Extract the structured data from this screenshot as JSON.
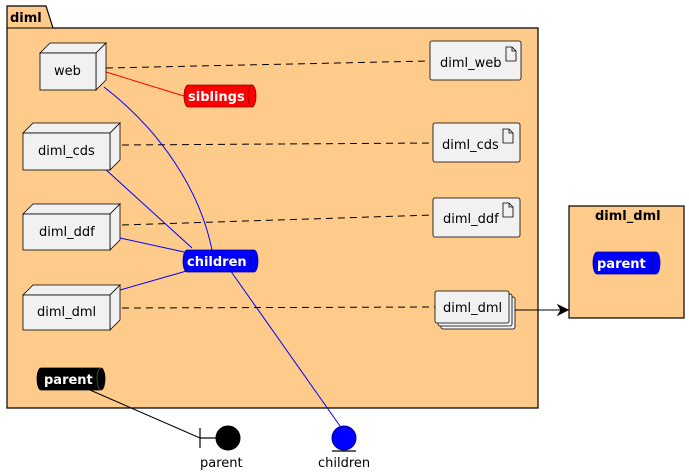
{
  "package": {
    "title": "diml"
  },
  "nodes": {
    "web": "web",
    "cds": "diml_cds",
    "ddf": "diml_ddf",
    "dml": "diml_dml"
  },
  "artifacts": {
    "web": "diml_web",
    "cds": "diml_cds",
    "ddf": "diml_ddf",
    "dml": "diml_dml"
  },
  "queues": {
    "siblings": "siblings",
    "children": "children",
    "parent": "parent"
  },
  "external_box": {
    "title": "diml_dml",
    "queue": "parent"
  },
  "bottom": {
    "boundary": "parent",
    "entity": "children"
  },
  "colors": {
    "package_fill": "#FECB8B",
    "siblings": "#FF0000",
    "children": "#0000FF",
    "parent": "#000000",
    "node_fill": "#F1F1F1"
  }
}
